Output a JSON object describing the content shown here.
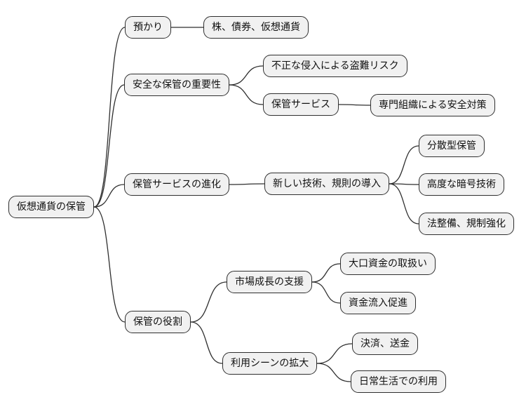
{
  "diagram": {
    "type": "mindmap",
    "colors": {
      "node_fill": "#f1f1f1",
      "node_border": "#2f2f2f",
      "edge": "#2f2f2f",
      "background": "#ffffff"
    },
    "nodes": [
      {
        "id": "root",
        "label": "仮想通貨の保管"
      },
      {
        "id": "azukari",
        "label": "預かり"
      },
      {
        "id": "assets",
        "label": "株、債券、仮想通貨"
      },
      {
        "id": "importance",
        "label": "安全な保管の重要性"
      },
      {
        "id": "theft-risk",
        "label": "不正な侵入による盗難リスク"
      },
      {
        "id": "custody-service",
        "label": "保管サービス"
      },
      {
        "id": "expert-security",
        "label": "専門組織による安全対策"
      },
      {
        "id": "evolution",
        "label": "保管サービスの進化"
      },
      {
        "id": "new-tech",
        "label": "新しい技術、規則の導入"
      },
      {
        "id": "decentralized",
        "label": "分散型保管"
      },
      {
        "id": "encryption",
        "label": "高度な暗号技術"
      },
      {
        "id": "regulation",
        "label": "法整備、規制強化"
      },
      {
        "id": "role",
        "label": "保管の役割"
      },
      {
        "id": "market-growth",
        "label": "市場成長の支援"
      },
      {
        "id": "large-funds",
        "label": "大口資金の取扱い"
      },
      {
        "id": "inflow",
        "label": "資金流入促進"
      },
      {
        "id": "use-expansion",
        "label": "利用シーンの拡大"
      },
      {
        "id": "payment",
        "label": "決済、送金"
      },
      {
        "id": "daily-use",
        "label": "日常生活での利用"
      }
    ],
    "edges": [
      {
        "from": "root",
        "to": "azukari"
      },
      {
        "from": "azukari",
        "to": "assets"
      },
      {
        "from": "root",
        "to": "importance"
      },
      {
        "from": "importance",
        "to": "theft-risk"
      },
      {
        "from": "importance",
        "to": "custody-service"
      },
      {
        "from": "custody-service",
        "to": "expert-security"
      },
      {
        "from": "root",
        "to": "evolution"
      },
      {
        "from": "evolution",
        "to": "new-tech"
      },
      {
        "from": "new-tech",
        "to": "decentralized"
      },
      {
        "from": "new-tech",
        "to": "encryption"
      },
      {
        "from": "new-tech",
        "to": "regulation"
      },
      {
        "from": "root",
        "to": "role"
      },
      {
        "from": "role",
        "to": "market-growth"
      },
      {
        "from": "role",
        "to": "use-expansion"
      },
      {
        "from": "market-growth",
        "to": "large-funds"
      },
      {
        "from": "market-growth",
        "to": "inflow"
      },
      {
        "from": "use-expansion",
        "to": "payment"
      },
      {
        "from": "use-expansion",
        "to": "daily-use"
      }
    ]
  }
}
